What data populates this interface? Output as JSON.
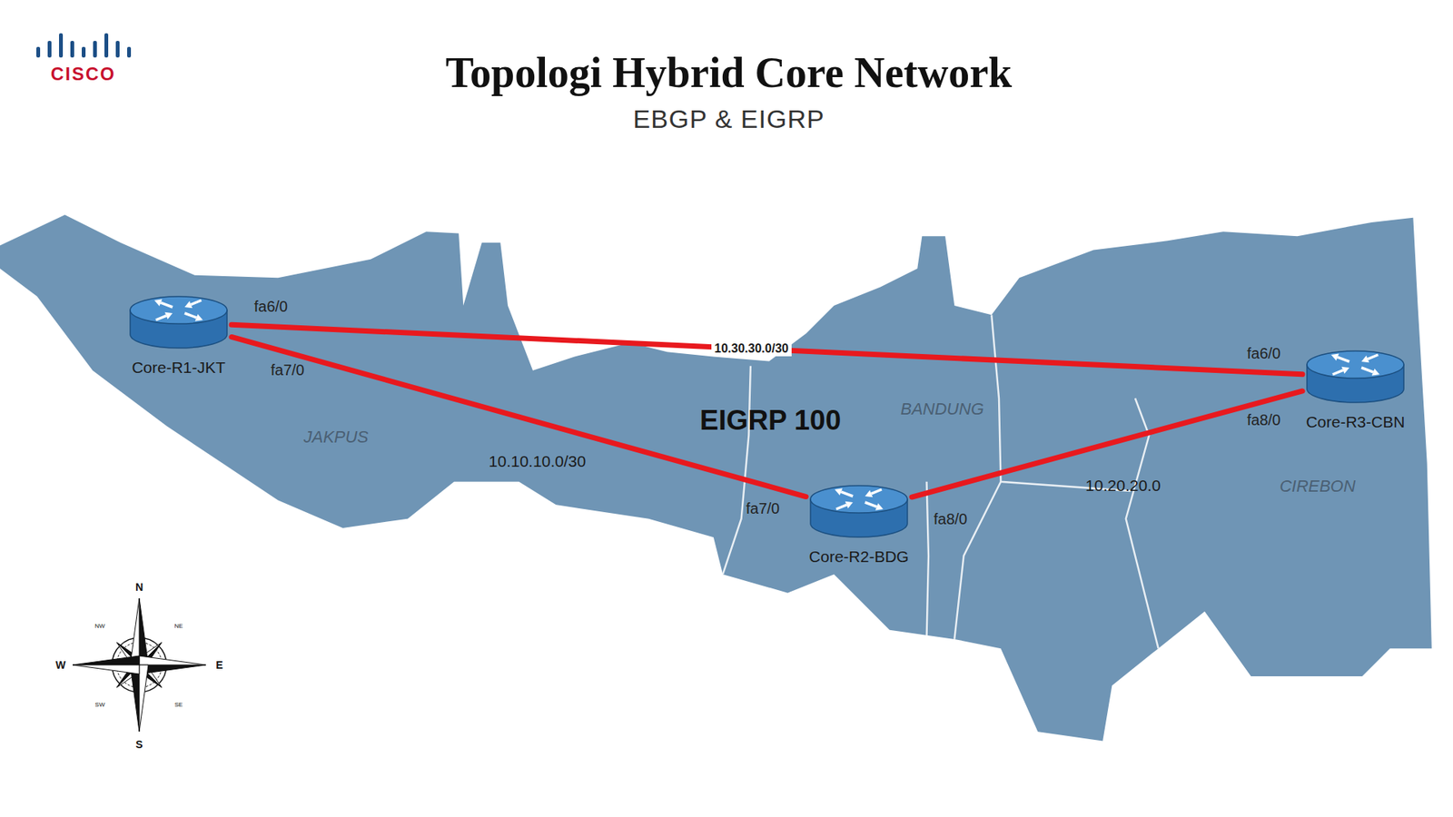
{
  "diagram": {
    "title": "Topologi Hybrid Core Network",
    "nodes": [
      {
        "text": [
          "Core-R1-JKT"
        ]
      },
      {
        "text": [
          "Core-R2-BDG"
        ]
      },
      {
        "text": [
          "Core-R3-CBN"
        ]
      }
    ],
    "edges": [
      {
        "from": 0,
        "to": 2,
        "label": "10.30.30.0/30",
        "arrow": "none"
      },
      {
        "from": 0,
        "to": 1,
        "label": "10.10.10.0/30",
        "arrow": "none"
      },
      {
        "from": 1,
        "to": 2,
        "label": "10.20.20.0",
        "arrow": "none"
      }
    ],
    "labels": [
      "CISCO",
      "EBGP & EIGRP",
      "fa6/0",
      "fa7/0",
      "EIGRP 100",
      "JAKPUS",
      "BANDUNG",
      "CIREBON",
      "fa7/0",
      "fa8/0",
      "fa6/0",
      "fa8/0",
      "N",
      "NW",
      "NE",
      "W",
      "E",
      "SW",
      "SE",
      "S"
    ]
  }
}
